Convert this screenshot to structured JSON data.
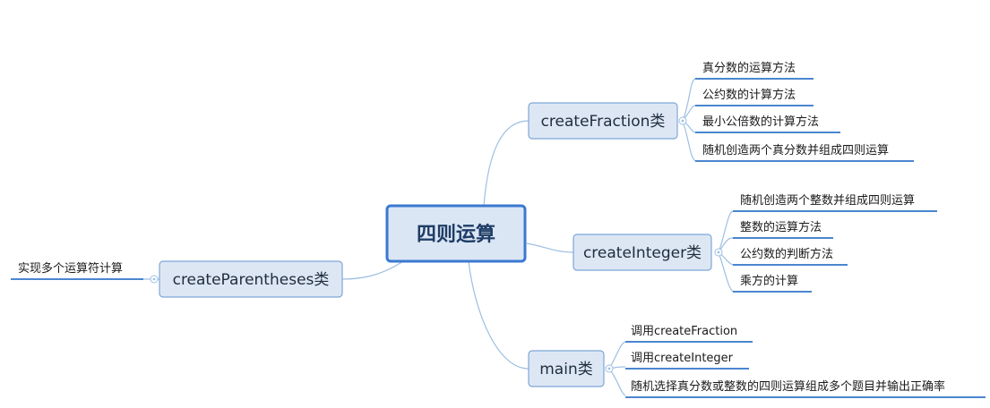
{
  "root": {
    "label": "四则运算"
  },
  "branches": [
    {
      "id": "createFraction",
      "label": "createFraction类",
      "children": [
        "真分数的运算方法",
        "公约数的计算方法",
        "最小公倍数的计算方法",
        "随机创造两个真分数并组成四则运算"
      ]
    },
    {
      "id": "createInteger",
      "label": "createInteger类",
      "children": [
        "随机创造两个整数并组成四则运算",
        "整数的运算方法",
        "公约数的判断方法",
        "乘方的计算"
      ]
    },
    {
      "id": "main",
      "label": "main类",
      "children": [
        "调用createFraction",
        "调用createInteger",
        "随机选择真分数或整数的四则运算组成多个题目并输出正确率"
      ]
    },
    {
      "id": "createParentheses",
      "label": "createParentheses类",
      "children": [
        "实现多个运算符计算"
      ]
    }
  ]
}
